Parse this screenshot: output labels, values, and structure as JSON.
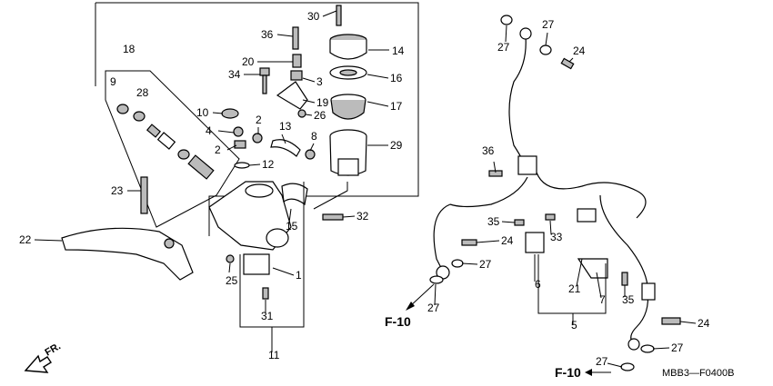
{
  "diagram": {
    "part_numbers": [
      "30",
      "36",
      "14",
      "20",
      "3",
      "16",
      "34",
      "19",
      "17",
      "26",
      "10",
      "13",
      "4",
      "2",
      "8",
      "29",
      "2",
      "12",
      "18",
      "9",
      "28",
      "23",
      "15",
      "32",
      "22",
      "25",
      "1",
      "31",
      "11",
      "27",
      "27",
      "24",
      "36",
      "35",
      "24",
      "33",
      "27",
      "27",
      "6",
      "21",
      "7",
      "35",
      "5",
      "24",
      "27",
      "27"
    ],
    "view_labels": [
      "F-10",
      "F-10"
    ],
    "direction_label": "FR.",
    "drawing_code": "MBB3—F0400B"
  }
}
